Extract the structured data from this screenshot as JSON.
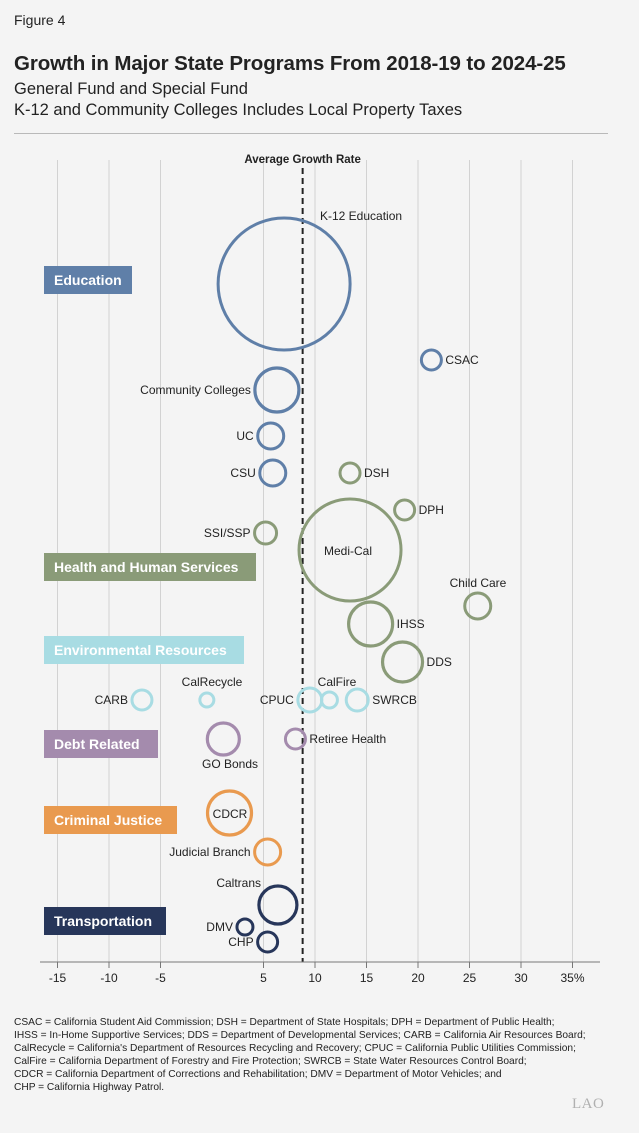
{
  "header": {
    "figure_label": "Figure 4",
    "title": "Growth in Major State Programs From 2018-19 to 2024-25",
    "subtitle_1": "General Fund and Special Fund",
    "subtitle_2": "K-12 and Community Colleges Includes Local Property Taxes"
  },
  "chart_data": {
    "type": "scatter",
    "chart_subtype": "bubble",
    "x_ticks": [
      "-15",
      "-10",
      "-5",
      "5",
      "10",
      "15",
      "20",
      "25",
      "30",
      "35%"
    ],
    "x_tick_values": [
      -15,
      -10,
      -5,
      5,
      10,
      15,
      20,
      25,
      30,
      35
    ],
    "xlim": [
      -15,
      35
    ],
    "grid": "vertical",
    "reference_line": {
      "label": "Average Growth Rate",
      "x": 8.8,
      "style": "dashed"
    },
    "colors": {
      "Education": "#5f7fa8",
      "Health and Human Services": "#8a9b78",
      "Environmental Resources": "#a8dce3",
      "Debt Related": "#a48bad",
      "Criminal Justice": "#e99a4f",
      "Transportation": "#27365a",
      "grid": "#d2d2d2",
      "reference": "#222222"
    },
    "groups": [
      {
        "name": "Education",
        "programs": [
          {
            "label": "K-12 Education",
            "x": 7.0,
            "size": 66
          },
          {
            "label": "CSAC",
            "x": 21.3,
            "size": 10
          },
          {
            "label": "Community Colleges",
            "x": 6.3,
            "size": 22
          },
          {
            "label": "UC",
            "x": 5.7,
            "size": 13
          },
          {
            "label": "CSU",
            "x": 5.9,
            "size": 13
          }
        ]
      },
      {
        "name": "Health and Human Services",
        "programs": [
          {
            "label": "DSH",
            "x": 13.4,
            "size": 10
          },
          {
            "label": "DPH",
            "x": 18.7,
            "size": 10
          },
          {
            "label": "SSI/SSP",
            "x": 5.2,
            "size": 11
          },
          {
            "label": "Medi-Cal",
            "x": 13.4,
            "size": 51
          },
          {
            "label": "Child Care",
            "x": 25.8,
            "size": 13
          },
          {
            "label": "IHSS",
            "x": 15.4,
            "size": 22
          },
          {
            "label": "DDS",
            "x": 18.5,
            "size": 20
          }
        ]
      },
      {
        "name": "Environmental Resources",
        "programs": [
          {
            "label": "CARB",
            "x": -6.8,
            "size": 10
          },
          {
            "label": "CalRecycle",
            "x": -0.5,
            "size": 7
          },
          {
            "label": "CPUC",
            "x": 9.5,
            "size": 12
          },
          {
            "label": "CalFire",
            "x": 11.4,
            "size": 8
          },
          {
            "label": "SWRCB",
            "x": 14.1,
            "size": 11
          }
        ]
      },
      {
        "name": "Debt Related",
        "programs": [
          {
            "label": "GO Bonds",
            "x": 1.1,
            "size": 16
          },
          {
            "label": "Retiree Health",
            "x": 8.1,
            "size": 10
          }
        ]
      },
      {
        "name": "Criminal Justice",
        "programs": [
          {
            "label": "CDCR",
            "x": 1.7,
            "size": 22
          },
          {
            "label": "Judicial Branch",
            "x": 5.4,
            "size": 13
          }
        ]
      },
      {
        "name": "Transportation",
        "programs": [
          {
            "label": "Caltrans",
            "x": 6.4,
            "size": 19
          },
          {
            "label": "DMV",
            "x": 3.2,
            "size": 8
          },
          {
            "label": "CHP",
            "x": 5.4,
            "size": 10
          }
        ]
      }
    ]
  },
  "footnote": {
    "lines": [
      "CSAC = California Student Aid Commission; DSH = Department of State Hospitals; DPH = Department of Public Health;",
      "IHSS = In-Home Supportive Services; DDS = Department of Developmental Services; CARB = California Air Resources Board;",
      "CalRecycle = California's Department of Resources Recycling and Recovery; CPUC = California Public Utilities Commission;",
      "CalFire = California Department of Forestry and Fire Protection; SWRCB = State Water Resources Control Board;",
      "CDCR = California Department of Corrections and Rehabilitation; DMV = Department of Motor Vehicles; and",
      "CHP = California Highway Patrol."
    ]
  },
  "logo": {
    "text": "LAO"
  }
}
